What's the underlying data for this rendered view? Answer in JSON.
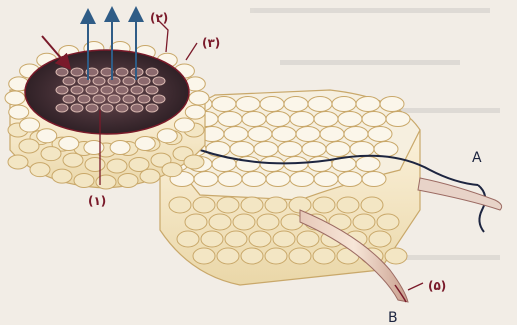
{
  "diagram": {
    "labels": {
      "one": "(۱)",
      "two": "(۲)",
      "three": "(۳)",
      "five": "(۵)",
      "a": "A",
      "b": "B"
    }
  },
  "colors": {
    "background": "#f2ede6",
    "cell_fill": "#fbf6ea",
    "cell_stroke": "#c9a86a",
    "label": "#7a1a2a",
    "stain": "#3a2a2e",
    "arrow": "#2f5c86"
  }
}
